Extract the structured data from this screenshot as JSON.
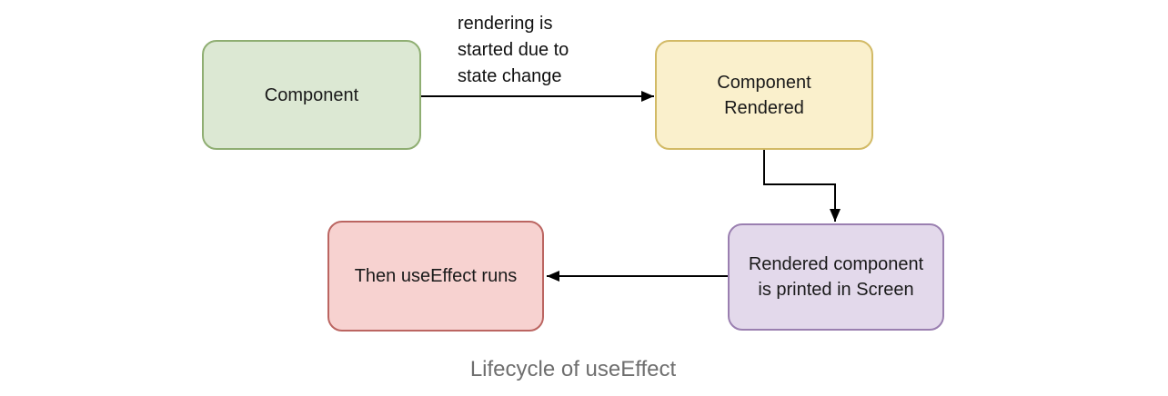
{
  "colors": {
    "background": "#ffffff",
    "arrow": "#000000",
    "node_text": "#1a1a1a",
    "caption_text": "#6e6e6e"
  },
  "diagram": {
    "caption": "Lifecycle of useEffect",
    "nodes": [
      {
        "id": "component",
        "lines": [
          "Component"
        ],
        "fill": "#dce8d3",
        "stroke": "#8fae72"
      },
      {
        "id": "component-rendered",
        "lines": [
          "Component",
          "Rendered"
        ],
        "fill": "#faf0cc",
        "stroke": "#d2ba66"
      },
      {
        "id": "rendered-printed",
        "lines": [
          "Rendered component",
          "is printed in Screen"
        ],
        "fill": "#e3d9eb",
        "stroke": "#9a7fb0"
      },
      {
        "id": "useeffect-runs",
        "lines": [
          "Then useEffect runs"
        ],
        "fill": "#f7d2d0",
        "stroke": "#bb6561"
      }
    ],
    "edges": [
      {
        "from": "component",
        "to": "component-rendered",
        "label_lines": [
          "rendering is",
          "started due to",
          "state change"
        ]
      },
      {
        "from": "component-rendered",
        "to": "rendered-printed",
        "label_lines": []
      },
      {
        "from": "rendered-printed",
        "to": "useeffect-runs",
        "label_lines": []
      }
    ]
  }
}
